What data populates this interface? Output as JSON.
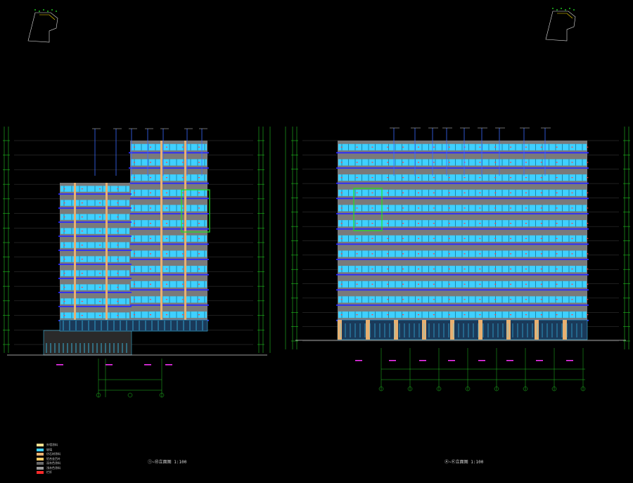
{
  "drawings": [
    {
      "title_cn": "①~⑱立面图",
      "scale": "1:100"
    },
    {
      "title_cn": "Ⓐ~Ⓚ立面图",
      "scale": "1:100"
    }
  ],
  "legend": [
    {
      "label": "外墙涂料",
      "color": "#f5e090"
    },
    {
      "label": "玻璃",
      "color": "#3fd0ff"
    },
    {
      "label": "仿石材涂料",
      "color": "#e8b070"
    },
    {
      "label": "铝合金百叶",
      "color": "#ffcc66"
    },
    {
      "label": "深灰色涂料",
      "color": "#6a6a6a"
    },
    {
      "label": "浅灰色涂料",
      "color": "#9a9a9a"
    },
    {
      "label": "栏杆",
      "color": "#ff2a2a"
    }
  ],
  "colors": {
    "background": "#000000",
    "glass": "#3fd0ff",
    "slab": "#2a2aff",
    "grid": "#20c020",
    "dim": "#d8d8d8",
    "mark": "#ff33ff",
    "wall": "#7a7a7a"
  }
}
